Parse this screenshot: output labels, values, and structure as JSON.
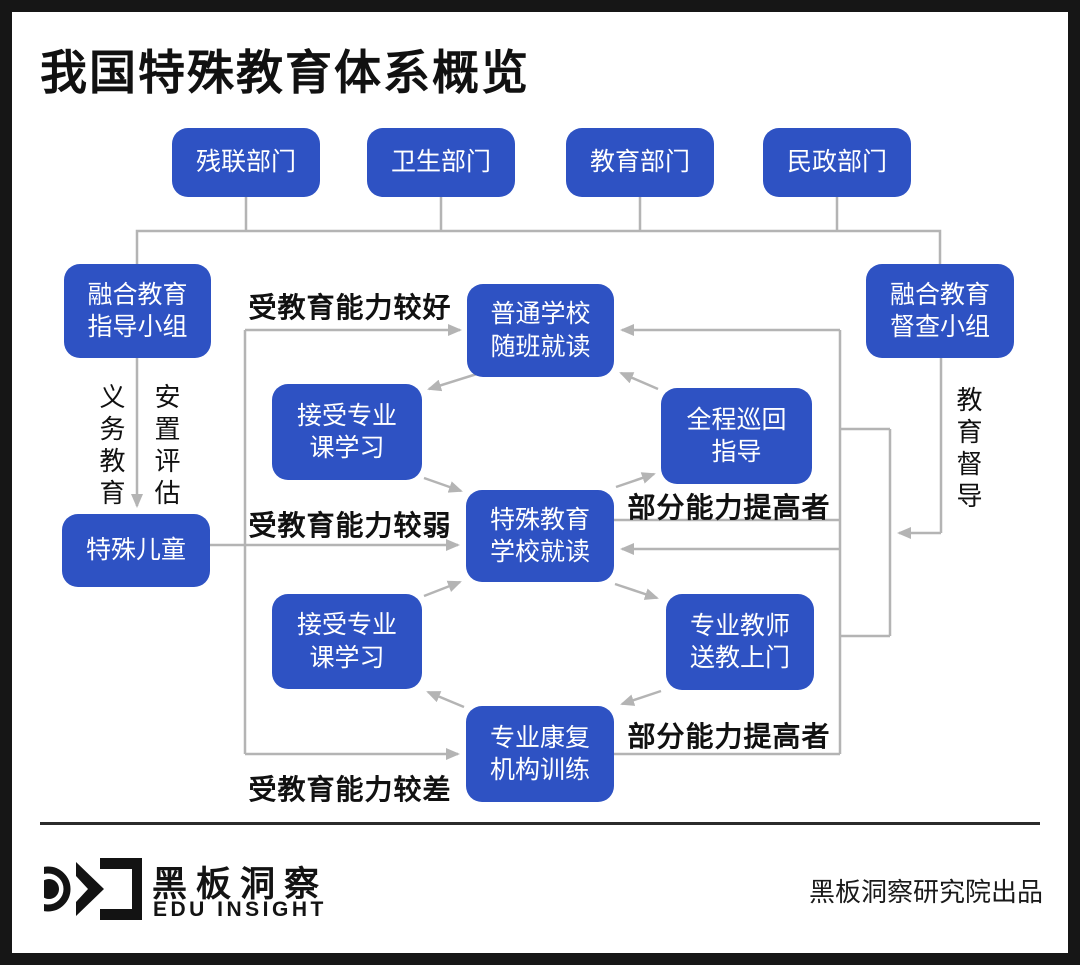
{
  "title": "我国特殊教育体系概览",
  "departments": [
    "残联部门",
    "卫生部门",
    "教育部门",
    "民政部门"
  ],
  "nodes": {
    "guidance_group": "融合教育\n指导小组",
    "supervision_group": "融合教育\n督查小组",
    "special_children": "特殊儿童",
    "regular_school": "普通学校\n随班就读",
    "professional_course_upper": "接受专业\n课学习",
    "itinerant_guidance": "全程巡回\n指导",
    "special_school": "特殊教育\n学校就读",
    "professional_course_lower": "接受专业\n课学习",
    "teacher_home_delivery": "专业教师\n送教上门",
    "rehab_institution": "专业康复\n机构训练"
  },
  "labels": {
    "ability_good": "受教育能力较好",
    "ability_weak": "受教育能力较弱",
    "ability_poor": "受教育能力较差",
    "improved_upper": "部分能力提高者",
    "improved_lower": "部分能力提高者",
    "compulsory_education": "义务教育",
    "placement_assessment": "安置评估",
    "education_supervision": "教育督导"
  },
  "footer": {
    "brand_cn": "黑板洞察",
    "brand_en": "EDU INSIGHT",
    "credit": "黑板洞察研究院出品"
  },
  "colors": {
    "box_blue": "#2e52c3",
    "line_gray": "#b4b4b4",
    "ink": "#111111"
  }
}
